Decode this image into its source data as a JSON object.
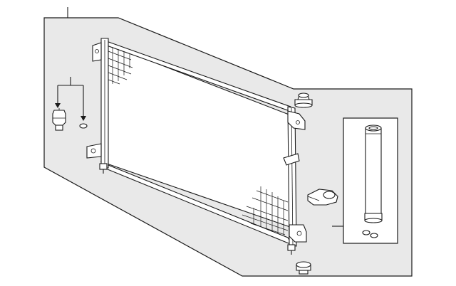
{
  "diagram": {
    "title": "",
    "labels": [],
    "colors": {
      "background": "#ffffff",
      "panel": "#e9e9e9",
      "line": "#1a1a1a",
      "part_fill": "#ffffff"
    },
    "parts": [
      {
        "name": "condenser-assembly"
      },
      {
        "name": "pressure-switch"
      },
      {
        "name": "o-ring"
      },
      {
        "name": "mount-bracket-left"
      },
      {
        "name": "mount-bracket-right-lower"
      },
      {
        "name": "top-insulator-cap"
      },
      {
        "name": "bottom-insulator-cap"
      },
      {
        "name": "pipe-clamp"
      },
      {
        "name": "receiver-drier"
      },
      {
        "name": "drier-o-rings"
      }
    ]
  }
}
